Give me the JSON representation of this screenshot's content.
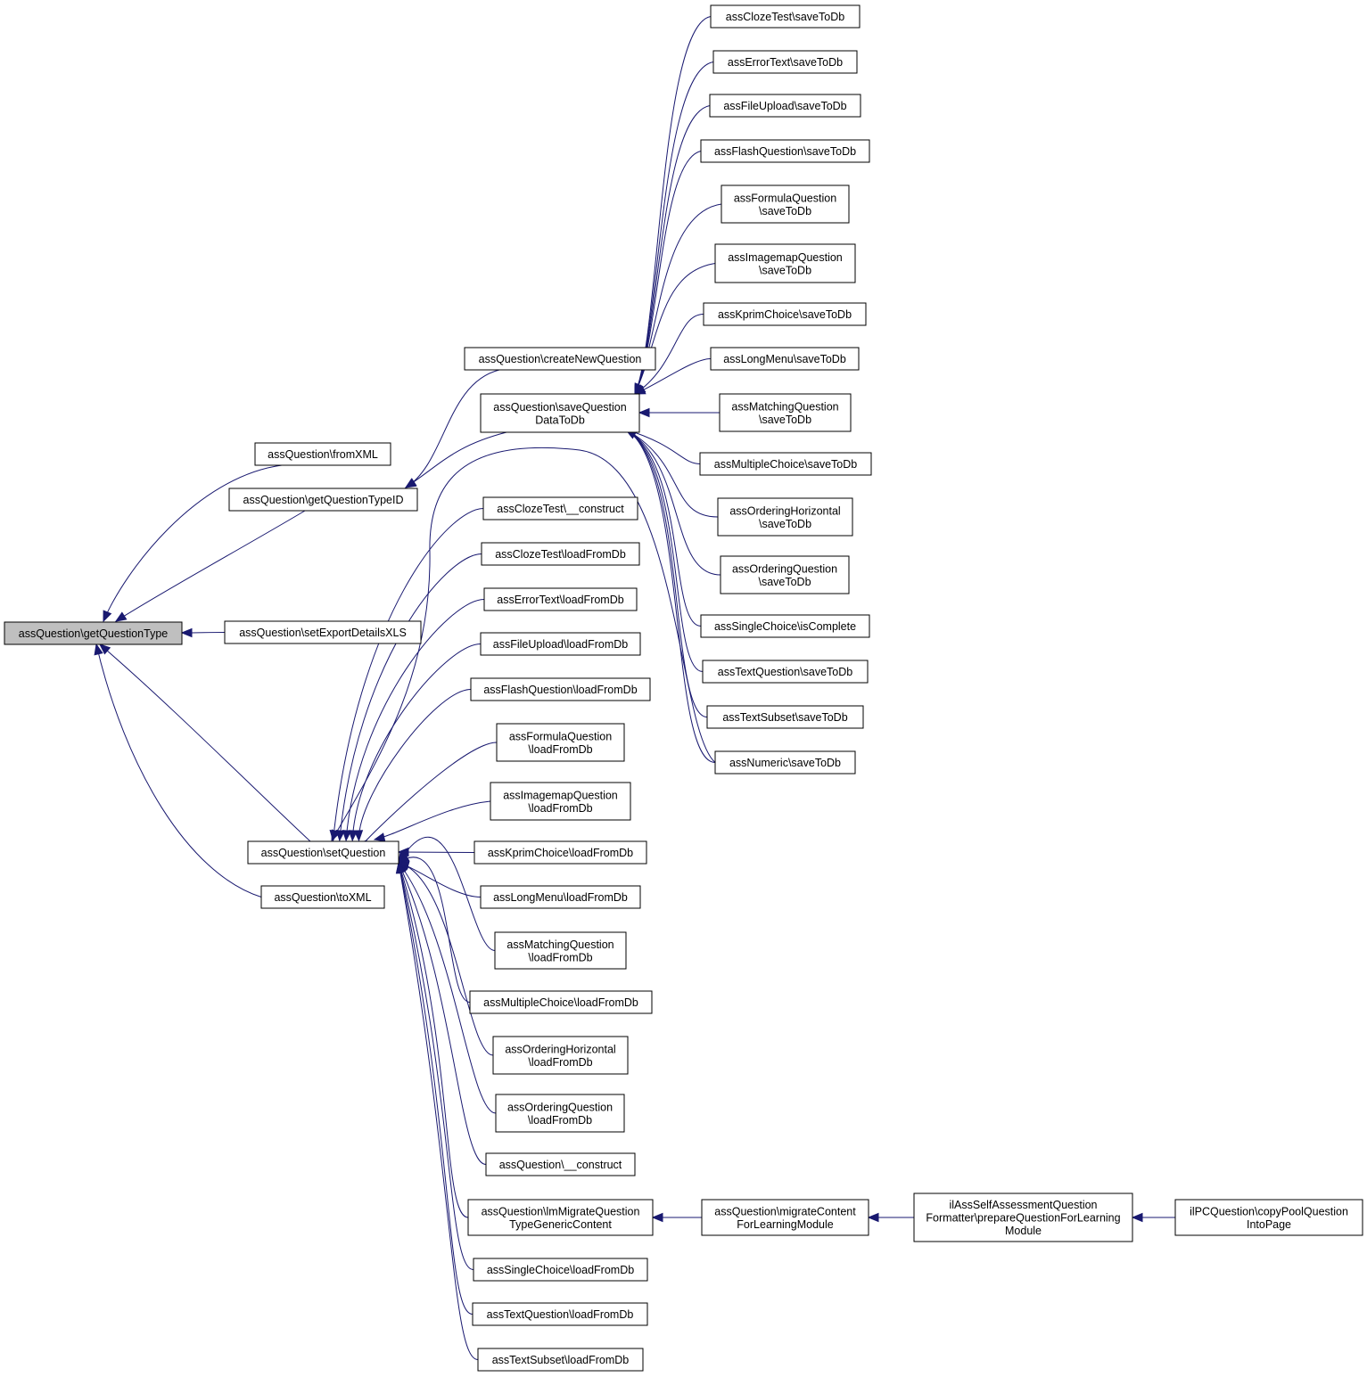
{
  "graph": {
    "edge_color": "#191970",
    "root_fill": "#bfbfbf",
    "nodes": [
      {
        "id": "getQuestionType",
        "lines": [
          "assQuestion\\getQuestionType"
        ],
        "root": true
      },
      {
        "id": "fromXML",
        "lines": [
          "assQuestion\\fromXML"
        ]
      },
      {
        "id": "getQuestionTypeID",
        "lines": [
          "assQuestion\\getQuestionTypeID"
        ]
      },
      {
        "id": "setExportDetailsXLS",
        "lines": [
          "assQuestion\\setExportDetailsXLS"
        ]
      },
      {
        "id": "setQuestion",
        "lines": [
          "assQuestion\\setQuestion"
        ]
      },
      {
        "id": "toXML",
        "lines": [
          "assQuestion\\toXML"
        ]
      },
      {
        "id": "createNewQuestion",
        "lines": [
          "assQuestion\\createNewQuestion"
        ]
      },
      {
        "id": "saveQuestionDataToDb",
        "lines": [
          "assQuestion\\saveQuestion",
          "DataToDb"
        ]
      },
      {
        "id": "clozeSave",
        "lines": [
          "assClozeTest\\saveToDb"
        ]
      },
      {
        "id": "errorSave",
        "lines": [
          "assErrorText\\saveToDb"
        ]
      },
      {
        "id": "fileUploadSave",
        "lines": [
          "assFileUpload\\saveToDb"
        ]
      },
      {
        "id": "flashSave",
        "lines": [
          "assFlashQuestion\\saveToDb"
        ]
      },
      {
        "id": "formulaSave",
        "lines": [
          "assFormulaQuestion",
          "\\saveToDb"
        ]
      },
      {
        "id": "imagemapSave",
        "lines": [
          "assImagemapQuestion",
          "\\saveToDb"
        ]
      },
      {
        "id": "kprimSave",
        "lines": [
          "assKprimChoice\\saveToDb"
        ]
      },
      {
        "id": "longMenuSave",
        "lines": [
          "assLongMenu\\saveToDb"
        ]
      },
      {
        "id": "matchingSave",
        "lines": [
          "assMatchingQuestion",
          "\\saveToDb"
        ]
      },
      {
        "id": "multipleSave",
        "lines": [
          "assMultipleChoice\\saveToDb"
        ]
      },
      {
        "id": "orderingHSave",
        "lines": [
          "assOrderingHorizontal",
          "\\saveToDb"
        ]
      },
      {
        "id": "orderingQSave",
        "lines": [
          "assOrderingQuestion",
          "\\saveToDb"
        ]
      },
      {
        "id": "singleComplete",
        "lines": [
          "assSingleChoice\\isComplete"
        ]
      },
      {
        "id": "textQSave",
        "lines": [
          "assTextQuestion\\saveToDb"
        ]
      },
      {
        "id": "textSubsetSave",
        "lines": [
          "assTextSubset\\saveToDb"
        ]
      },
      {
        "id": "numericSave",
        "lines": [
          "assNumeric\\saveToDb"
        ]
      },
      {
        "id": "clozeConstruct",
        "lines": [
          "assClozeTest\\__construct"
        ]
      },
      {
        "id": "clozeLoad",
        "lines": [
          "assClozeTest\\loadFromDb"
        ]
      },
      {
        "id": "errorLoad",
        "lines": [
          "assErrorText\\loadFromDb"
        ]
      },
      {
        "id": "fileUploadLoad",
        "lines": [
          "assFileUpload\\loadFromDb"
        ]
      },
      {
        "id": "flashLoad",
        "lines": [
          "assFlashQuestion\\loadFromDb"
        ]
      },
      {
        "id": "formulaLoad",
        "lines": [
          "assFormulaQuestion",
          "\\loadFromDb"
        ]
      },
      {
        "id": "imagemapLoad",
        "lines": [
          "assImagemapQuestion",
          "\\loadFromDb"
        ]
      },
      {
        "id": "kprimLoad",
        "lines": [
          "assKprimChoice\\loadFromDb"
        ]
      },
      {
        "id": "longMenuLoad",
        "lines": [
          "assLongMenu\\loadFromDb"
        ]
      },
      {
        "id": "matchingLoad",
        "lines": [
          "assMatchingQuestion",
          "\\loadFromDb"
        ]
      },
      {
        "id": "multipleLoad",
        "lines": [
          "assMultipleChoice\\loadFromDb"
        ]
      },
      {
        "id": "orderingHLoad",
        "lines": [
          "assOrderingHorizontal",
          "\\loadFromDb"
        ]
      },
      {
        "id": "orderingQLoad",
        "lines": [
          "assOrderingQuestion",
          "\\loadFromDb"
        ]
      },
      {
        "id": "questionConstruct",
        "lines": [
          "assQuestion\\__construct"
        ]
      },
      {
        "id": "lmMigrate",
        "lines": [
          "assQuestion\\lmMigrateQuestion",
          "TypeGenericContent"
        ]
      },
      {
        "id": "singleLoad",
        "lines": [
          "assSingleChoice\\loadFromDb"
        ]
      },
      {
        "id": "textQLoad",
        "lines": [
          "assTextQuestion\\loadFromDb"
        ]
      },
      {
        "id": "textSubsetLoad",
        "lines": [
          "assTextSubset\\loadFromDb"
        ]
      },
      {
        "id": "migrateContent",
        "lines": [
          "assQuestion\\migrateContent",
          "ForLearningModule"
        ]
      },
      {
        "id": "prepareQuestion",
        "lines": [
          "ilAssSelfAssessmentQuestion",
          "Formatter\\prepareQuestionForLearning",
          "Module"
        ]
      },
      {
        "id": "copyPool",
        "lines": [
          "ilPCQuestion\\copyPoolQuestion",
          "IntoPage"
        ]
      }
    ],
    "edges": [
      {
        "from": "fromXML",
        "to": "getQuestionType"
      },
      {
        "from": "getQuestionTypeID",
        "to": "getQuestionType"
      },
      {
        "from": "setExportDetailsXLS",
        "to": "getQuestionType"
      },
      {
        "from": "setQuestion",
        "to": "getQuestionType"
      },
      {
        "from": "toXML",
        "to": "getQuestionType"
      },
      {
        "from": "createNewQuestion",
        "to": "getQuestionTypeID"
      },
      {
        "from": "saveQuestionDataToDb",
        "to": "getQuestionTypeID"
      },
      {
        "from": "clozeSave",
        "to": "saveQuestionDataToDb"
      },
      {
        "from": "errorSave",
        "to": "saveQuestionDataToDb"
      },
      {
        "from": "fileUploadSave",
        "to": "saveQuestionDataToDb"
      },
      {
        "from": "flashSave",
        "to": "saveQuestionDataToDb"
      },
      {
        "from": "formulaSave",
        "to": "saveQuestionDataToDb"
      },
      {
        "from": "imagemapSave",
        "to": "saveQuestionDataToDb"
      },
      {
        "from": "kprimSave",
        "to": "saveQuestionDataToDb"
      },
      {
        "from": "longMenuSave",
        "to": "saveQuestionDataToDb"
      },
      {
        "from": "matchingSave",
        "to": "saveQuestionDataToDb"
      },
      {
        "from": "multipleSave",
        "to": "saveQuestionDataToDb"
      },
      {
        "from": "orderingHSave",
        "to": "saveQuestionDataToDb"
      },
      {
        "from": "orderingQSave",
        "to": "saveQuestionDataToDb"
      },
      {
        "from": "singleComplete",
        "to": "saveQuestionDataToDb"
      },
      {
        "from": "textQSave",
        "to": "saveQuestionDataToDb"
      },
      {
        "from": "textSubsetSave",
        "to": "saveQuestionDataToDb"
      },
      {
        "from": "numericSave",
        "to": "saveQuestionDataToDb"
      },
      {
        "from": "numericSave",
        "to": "setQuestion"
      },
      {
        "from": "clozeConstruct",
        "to": "setQuestion"
      },
      {
        "from": "clozeLoad",
        "to": "setQuestion"
      },
      {
        "from": "errorLoad",
        "to": "setQuestion"
      },
      {
        "from": "fileUploadLoad",
        "to": "setQuestion"
      },
      {
        "from": "flashLoad",
        "to": "setQuestion"
      },
      {
        "from": "formulaLoad",
        "to": "setQuestion"
      },
      {
        "from": "imagemapLoad",
        "to": "setQuestion"
      },
      {
        "from": "kprimLoad",
        "to": "setQuestion"
      },
      {
        "from": "longMenuLoad",
        "to": "setQuestion"
      },
      {
        "from": "matchingLoad",
        "to": "setQuestion"
      },
      {
        "from": "multipleLoad",
        "to": "setQuestion"
      },
      {
        "from": "orderingHLoad",
        "to": "setQuestion"
      },
      {
        "from": "orderingQLoad",
        "to": "setQuestion"
      },
      {
        "from": "questionConstruct",
        "to": "setQuestion"
      },
      {
        "from": "lmMigrate",
        "to": "setQuestion"
      },
      {
        "from": "singleLoad",
        "to": "setQuestion"
      },
      {
        "from": "textQLoad",
        "to": "setQuestion"
      },
      {
        "from": "textSubsetLoad",
        "to": "setQuestion"
      },
      {
        "from": "migrateContent",
        "to": "lmMigrate"
      },
      {
        "from": "prepareQuestion",
        "to": "migrateContent"
      },
      {
        "from": "copyPool",
        "to": "prepareQuestion"
      }
    ]
  }
}
